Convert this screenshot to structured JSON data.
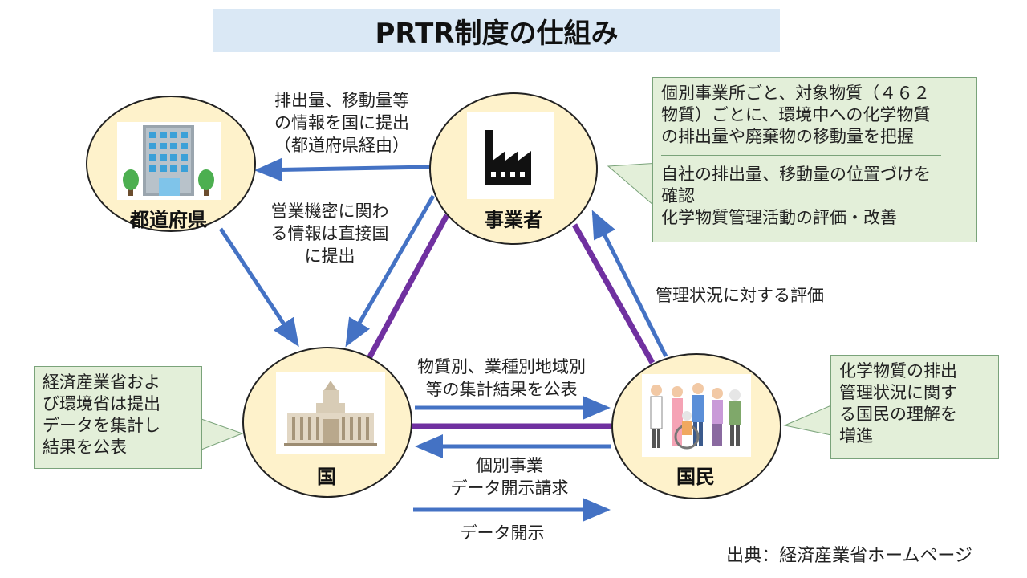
{
  "title": "PRTR制度の仕組み",
  "nodes": {
    "prefecture": "都道府県",
    "business": "事業者",
    "country": "国",
    "citizens": "国民"
  },
  "flows": {
    "report": [
      "排出量、移動量等",
      "の情報を国に提出",
      "（都道府県経由）"
    ],
    "secret": [
      "営業機密に関わ",
      "る情報は直接国",
      "に提出"
    ],
    "evaluation": "管理状況に対する評価",
    "publish": [
      "物質別、業種別地域別",
      "等の集計結果を公表"
    ],
    "request": [
      "個別事業",
      "データ開示請求"
    ],
    "disclose": "データ開示"
  },
  "notes": {
    "business_top": [
      "個別事業所ごと、対象物質（４６２",
      "物質）ごとに、環境中への化学物質",
      "の排出量や廃棄物の移動量を把握"
    ],
    "business_bottom": [
      "自社の排出量、移動量の位置づけを",
      "確認",
      "化学物質管理活動の評価・改善"
    ],
    "country": [
      "経済産業省およ",
      "び環境省は提出",
      "データを集計し",
      "結果を公表"
    ],
    "citizens": [
      "化学物質の排出",
      "管理状況に関す",
      "る国民の理解を",
      "増進"
    ]
  },
  "credit": "出典：経済産業省ホームページ",
  "icons": {
    "prefecture": "office-building-icon",
    "business": "factory-icon",
    "country": "diet-building-icon",
    "citizens": "people-group-icon"
  },
  "colors": {
    "title_bg": "#dae8f5",
    "node_fill": "#fef2cb",
    "blue_arrow": "#4472c4",
    "purple_line": "#7030a0",
    "note_fill": "#e3efd9"
  }
}
